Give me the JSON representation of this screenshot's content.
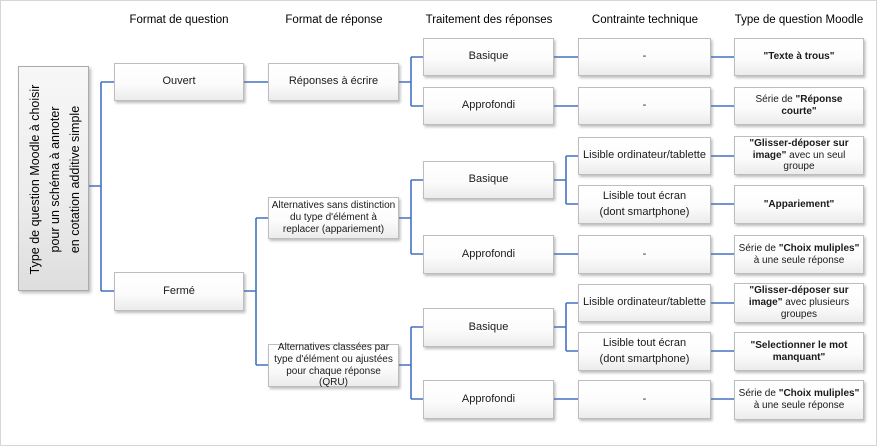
{
  "colors": {
    "connector_blue": "#4472C4",
    "box_border_gray": "#BDBDBD",
    "root_fill_gray": "#E8E8E8"
  },
  "headers": {
    "format_question": "Format de question",
    "format_reponse": "Format de réponse",
    "traitement_reponses": "Traitement des réponses",
    "contrainte_technique": "Contrainte technique",
    "type_question_moodle": "Type de question Moodle"
  },
  "root": {
    "line1": "Type de question Moodle à choisir",
    "line2": "pour un schéma à annoter",
    "line3": "en cotation additive simple"
  },
  "nodes": {
    "ouvert": "Ouvert",
    "ferme": "Fermé",
    "reponses_a_ecrire": "Réponses à écrire",
    "alternatives_appariement": "Alternatives sans distinction du type d'élément à replacer (appariement)",
    "alternatives_qru": "Alternatives classées par type d'élément ou ajustées pour chaque réponse (QRU)",
    "basique": "Basique",
    "approfondi": "Approfondi",
    "aucune_contrainte": "-",
    "lisible_ordinateur_tablette": "Lisible ordinateur/tablette",
    "lisible_tout_ecran_l1": "Lisible tout écran",
    "lisible_tout_ecran_l2": "(dont smartphone)"
  },
  "moodle_types": {
    "texte_a_trous": {
      "prefix": "",
      "bold": "\"Texte à trous\"",
      "suffix": ""
    },
    "reponse_courte": {
      "prefix": "Série de ",
      "bold": "\"Réponse courte\"",
      "suffix": ""
    },
    "glisser_un_groupe": {
      "prefix": "",
      "bold": "\"Glisser-déposer sur image\"",
      "suffix": " avec un seul groupe"
    },
    "appariement": {
      "prefix": "",
      "bold": "\"Appariement\"",
      "suffix": ""
    },
    "choix_multiples": {
      "prefix": "Série de ",
      "bold": "\"Choix muliples\"",
      "suffix": " à une seule réponse"
    },
    "glisser_plusieurs_groupes": {
      "prefix": "",
      "bold": "\"Glisser-déposer sur image\"",
      "suffix": " avec plusieurs groupes"
    },
    "selectionner_mot_manquant": {
      "prefix": "",
      "bold": "\"Selectionner le mot manquant\"",
      "suffix": ""
    }
  }
}
